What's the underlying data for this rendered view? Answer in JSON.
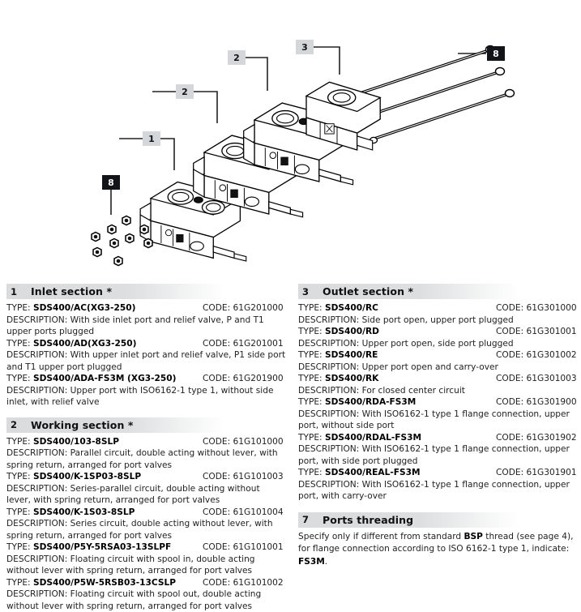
{
  "illustration": {
    "callouts": [
      {
        "label": "1",
        "style": "grey",
        "name": "callout-1-inlet"
      },
      {
        "label": "2",
        "style": "grey",
        "name": "callout-2-working-a"
      },
      {
        "label": "2",
        "style": "grey",
        "name": "callout-2-working-b"
      },
      {
        "label": "3",
        "style": "grey",
        "name": "callout-3-outlet"
      },
      {
        "label": "8",
        "style": "dark",
        "name": "callout-8-hardware-left"
      },
      {
        "label": "8",
        "style": "dark",
        "name": "callout-8-tierods-right"
      }
    ]
  },
  "sections": {
    "inlet": {
      "number": "1",
      "title": "Inlet section *",
      "entries": [
        {
          "type_label": "TYPE: ",
          "type_value": "SDS400/AC(XG3-250)",
          "code": "CODE: 61G201000",
          "description": "DESCRIPTION: With side inlet port and relief valve, P and T1 upper ports plugged"
        },
        {
          "type_label": "TYPE: ",
          "type_value": "SDS400/AD(XG3-250)",
          "code": "CODE: 61G201001",
          "description": "DESCRIPTION: With upper inlet port and relief valve, P1 side port and T1 upper port plugged"
        },
        {
          "type_label": "TYPE: ",
          "type_value": "SDS400/ADA-FS3M (XG3-250)",
          "code": "CODE: 61G201900",
          "description": "DESCRIPTION: Upper port with ISO6162-1 type 1, without side inlet, with relief valve"
        }
      ]
    },
    "working": {
      "number": "2",
      "title": "Working section *",
      "entries": [
        {
          "type_label": "TYPE: ",
          "type_value": "SDS400/103-8SLP",
          "code": "CODE: 61G101000",
          "description": "DESCRIPTION: Parallel circuit, double acting without lever, with spring return, arranged for port valves"
        },
        {
          "type_label": "TYPE: ",
          "type_value": "SDS400/K-1SP03-8SLP",
          "code": "CODE: 61G101003",
          "description": "DESCRIPTION: Series-parallel circuit, double acting without lever, with spring return, arranged for port valves"
        },
        {
          "type_label": "TYPE: ",
          "type_value": "SDS400/K-1S03-8SLP",
          "code": "CODE: 61G101004",
          "description": "DESCRIPTION: Series circuit, double acting without lever, with spring return, arranged for port valves"
        },
        {
          "type_label": "TYPE: ",
          "type_value": "SDS400/P5Y-5RSA03-13SLPF",
          "code": "CODE: 61G101001",
          "description": "DESCRIPTION: Floating circuit with spool in, double acting without lever with spring return, arranged for port valves"
        },
        {
          "type_label": "TYPE: ",
          "type_value": "SDS400/P5W-5RSB03-13CSLP",
          "code": "CODE: 61G101002",
          "description": "DESCRIPTION: Floating circuit with spool out, double acting without lever with spring return, arranged for port valves"
        }
      ]
    },
    "outlet": {
      "number": "3",
      "title": "Outlet section *",
      "entries": [
        {
          "type_label": "TYPE: ",
          "type_value": "SDS400/RC",
          "code": "CODE: 61G301000",
          "description": "DESCRIPTION: Side port open, upper port plugged"
        },
        {
          "type_label": "TYPE: ",
          "type_value": "SDS400/RD",
          "code": "CODE: 61G301001",
          "description": "DESCRIPTION: Upper port open, side port plugged"
        },
        {
          "type_label": "TYPE: ",
          "type_value": "SDS400/RE",
          "code": "CODE: 61G301002",
          "description": "DESCRIPTION: Upper port open and carry-over"
        },
        {
          "type_label": "TYPE: ",
          "type_value": "SDS400/RK",
          "code": "CODE: 61G301003",
          "description": "DESCRIPTION: For closed center circuit"
        },
        {
          "type_label": "TYPE: ",
          "type_value": "SDS400/RDA-FS3M",
          "code": "CODE: 61G301900",
          "description": "DESCRIPTION: With ISO6162-1 type 1 flange connection, upper port, without side port"
        },
        {
          "type_label": "TYPE: ",
          "type_value": "SDS400/RDAL-FS3M",
          "code": "CODE: 61G301902",
          "description": "DESCRIPTION: With ISO6162-1 type 1 flange connection, upper port, with side port plugged"
        },
        {
          "type_label": "TYPE: ",
          "type_value": "SDS400/REAL-FS3M",
          "code": "CODE: 61G301901",
          "description": "DESCRIPTION: With ISO6162-1 type 1 flange connection, upper port, with carry-over"
        }
      ]
    },
    "ports_threading": {
      "number": "7",
      "title": "Ports threading",
      "note_part1": "Specify only if different from standard ",
      "note_bold1": "BSP",
      "note_part2": " thread (see page 4), for flange connection according to ISO 6162-1 type 1, indicate: ",
      "note_bold2": "FS3M",
      "note_part3": "."
    }
  }
}
